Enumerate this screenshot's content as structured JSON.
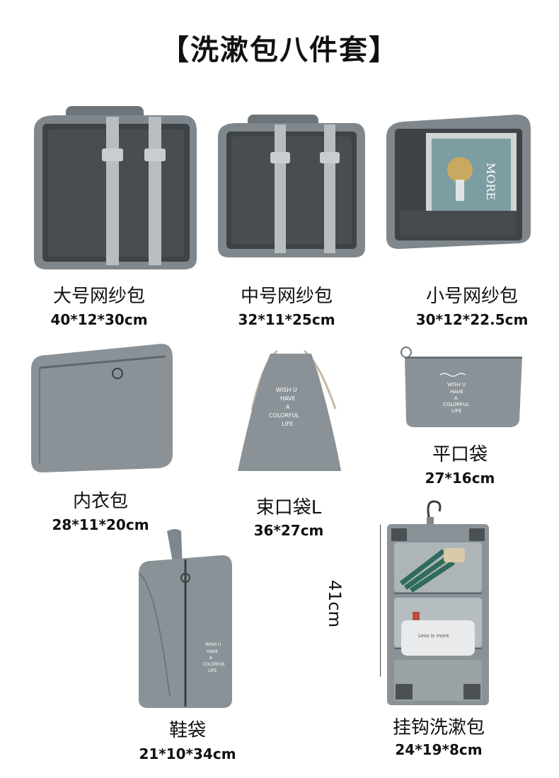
{
  "title": "【洗漱包八件套】",
  "products": [
    {
      "name": "大号网纱包",
      "size": "40*12*30cm"
    },
    {
      "name": "中号网纱包",
      "size": "32*11*25cm"
    },
    {
      "name": "小号网纱包",
      "size": "30*12*22.5cm"
    },
    {
      "name": "内衣包",
      "size": "28*11*20cm"
    },
    {
      "name": "束口袋L",
      "size": "36*27cm"
    },
    {
      "name": "平口袋",
      "size": "27*16cm"
    },
    {
      "name": "鞋袋",
      "size": "21*10*34cm"
    },
    {
      "name": "挂钩洗漱包",
      "size": "24*19*8cm"
    }
  ],
  "hanging_bag_height": "41cm",
  "print_text": {
    "line1": "WISH U",
    "line2": "HAVE",
    "line3": "A",
    "line4": "COLORFUL",
    "line5": "LIFE"
  },
  "magazine_text": "MORE",
  "pouch_text": "Less is more",
  "colors": {
    "bag": "#8a9297",
    "bag_dark": "#5f676c",
    "mesh": "#3d4347",
    "strap": "#b7bdc0"
  }
}
